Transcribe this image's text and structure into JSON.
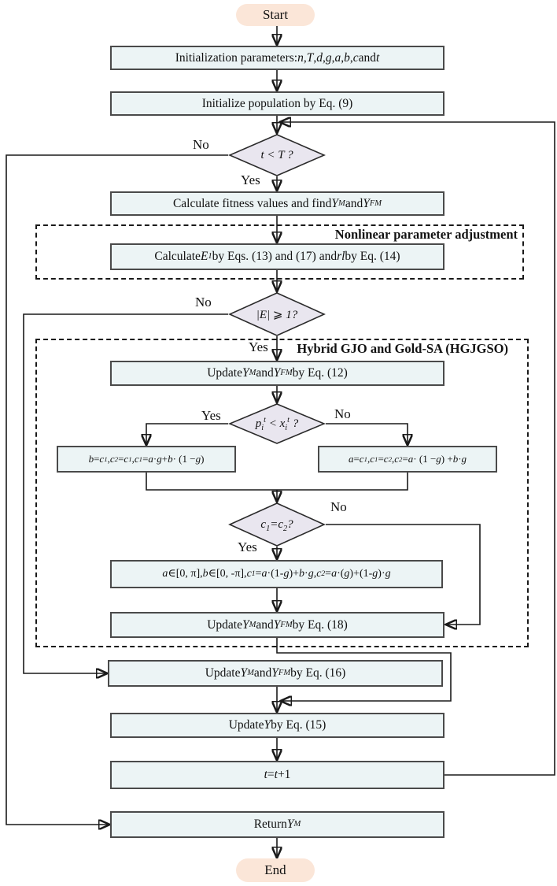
{
  "colors": {
    "process_fill": "#ecf4f5",
    "terminal_fill": "#fbe6d8",
    "diamond_fill": "#e9e6ef",
    "box_border": "#4a4a4a",
    "line_color": "#1a1a1a"
  },
  "regions": {
    "nonlinear_adjustment_label": "Nonlinear parameter adjustment",
    "hybrid_label": "Hybrid GJO and Gold-SA (HGJGSO)"
  },
  "nodes": {
    "start": {
      "label": "Start"
    },
    "init_params": {
      "label": "Initialization parameters: *n*, *T*, *d*, *g*, *a*, *b*, *c* and *t*"
    },
    "init_population": {
      "label": "Initialize population by Eq. (9)"
    },
    "cond_t_lt_T": {
      "label": "*t* < *T* ?"
    },
    "calc_fitness": {
      "label": "Calculate fitness values and find *Y*_{M} and *Y*_{FM}"
    },
    "calc_E1": {
      "label": "Calculate *E*_{1} by Eqs. (13) and (17) and *rl* by Eq. (14)"
    },
    "cond_abs_E": {
      "label": "|*E*| ⩾ 1?"
    },
    "update_eq12": {
      "label": "Update *Y*_{M} and *Y*_{FM} by Eq. (12)"
    },
    "cond_p_lt_x": {
      "label": "*p*_{i}^{t} < *x*_{i}^{t} ?"
    },
    "swap_left": {
      "label": "*b* = *c*_{1}, *c*_{2} = *c*_{1}, *c*_{1} = *a* · *g* + *b* · (1 − *g*)"
    },
    "swap_right": {
      "label": "*a* = *c*_{1}, *c*_{1} = *c*_{2}, *c*_{2} = *a* · (1 − *g*) + *b* · *g*"
    },
    "cond_c1_eq_c2": {
      "label": "*c*_{1}=*c*_{2}?"
    },
    "reset_ab": {
      "label": "*a*∈[0, π], *b*∈[0, -π], *c*_{1}=*a*·(1-*g*)+*b*·*g*, *c*_{2}=*a*·(*g*)+(1-*g*)·*g*"
    },
    "update_eq18": {
      "label": "Update *Y*_{M} and *Y*_{FM} by Eq. (18)"
    },
    "update_eq16": {
      "label": "Update *Y*_{M} and *Y*_{FM} by Eq. (16)"
    },
    "update_eq15": {
      "label": "Update *Y* by Eq. (15)"
    },
    "increment_t": {
      "label": "*t* = *t*+1"
    },
    "return_ym": {
      "label": "Return *Y*_{M}"
    },
    "end": {
      "label": "End"
    }
  },
  "branch_labels": {
    "t_no": "No",
    "t_yes": "Yes",
    "e_no": "No",
    "e_yes": "Yes",
    "p_yes": "Yes",
    "p_no": "No",
    "c_no": "No",
    "c_yes": "Yes"
  }
}
